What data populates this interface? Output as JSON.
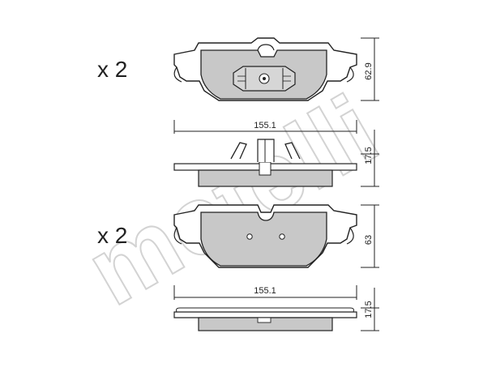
{
  "quantities": {
    "top": "x 2",
    "bottom": "x 2"
  },
  "dimensions": {
    "top_pad_width": "155.1",
    "top_pad_height": "62.9",
    "top_pad_thickness": "17.5",
    "bottom_pad_width": "155.1",
    "bottom_pad_height": "63",
    "bottom_pad_thickness": "17.5"
  },
  "watermark": {
    "text": "metelli"
  },
  "colors": {
    "pad_fill": "#c8c8c8",
    "line": "#222222",
    "watermark": "#e6e6e6"
  }
}
